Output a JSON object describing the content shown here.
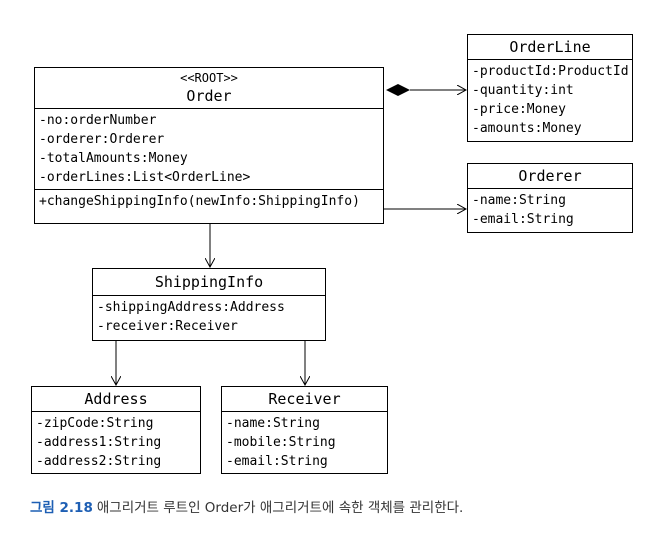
{
  "classes": {
    "order": {
      "stereotype": "<<ROOT>>",
      "name": "Order",
      "attributes": [
        "-no:orderNumber",
        "-orderer:Orderer",
        "-totalAmounts:Money",
        "-orderLines:List<OrderLine>"
      ],
      "operations": [
        "+changeShippingInfo(newInfo:ShippingInfo)"
      ]
    },
    "orderline": {
      "name": "OrderLine",
      "attributes": [
        "-productId:ProductId",
        "-quantity:int",
        "-price:Money",
        "-amounts:Money"
      ]
    },
    "orderer": {
      "name": "Orderer",
      "attributes": [
        "-name:String",
        "-email:String"
      ]
    },
    "shippinginfo": {
      "name": "ShippingInfo",
      "attributes": [
        "-shippingAddress:Address",
        "-receiver:Receiver"
      ]
    },
    "address": {
      "name": "Address",
      "attributes": [
        "-zipCode:String",
        "-address1:String",
        "-address2:String"
      ]
    },
    "receiver": {
      "name": "Receiver",
      "attributes": [
        "-name:String",
        "-mobile:String",
        "-email:String"
      ]
    }
  },
  "caption": {
    "figure": "그림 2.18",
    "text": "애그리거트 루트인 Order가 애그리거트에 속한 객체를 관리한다."
  }
}
